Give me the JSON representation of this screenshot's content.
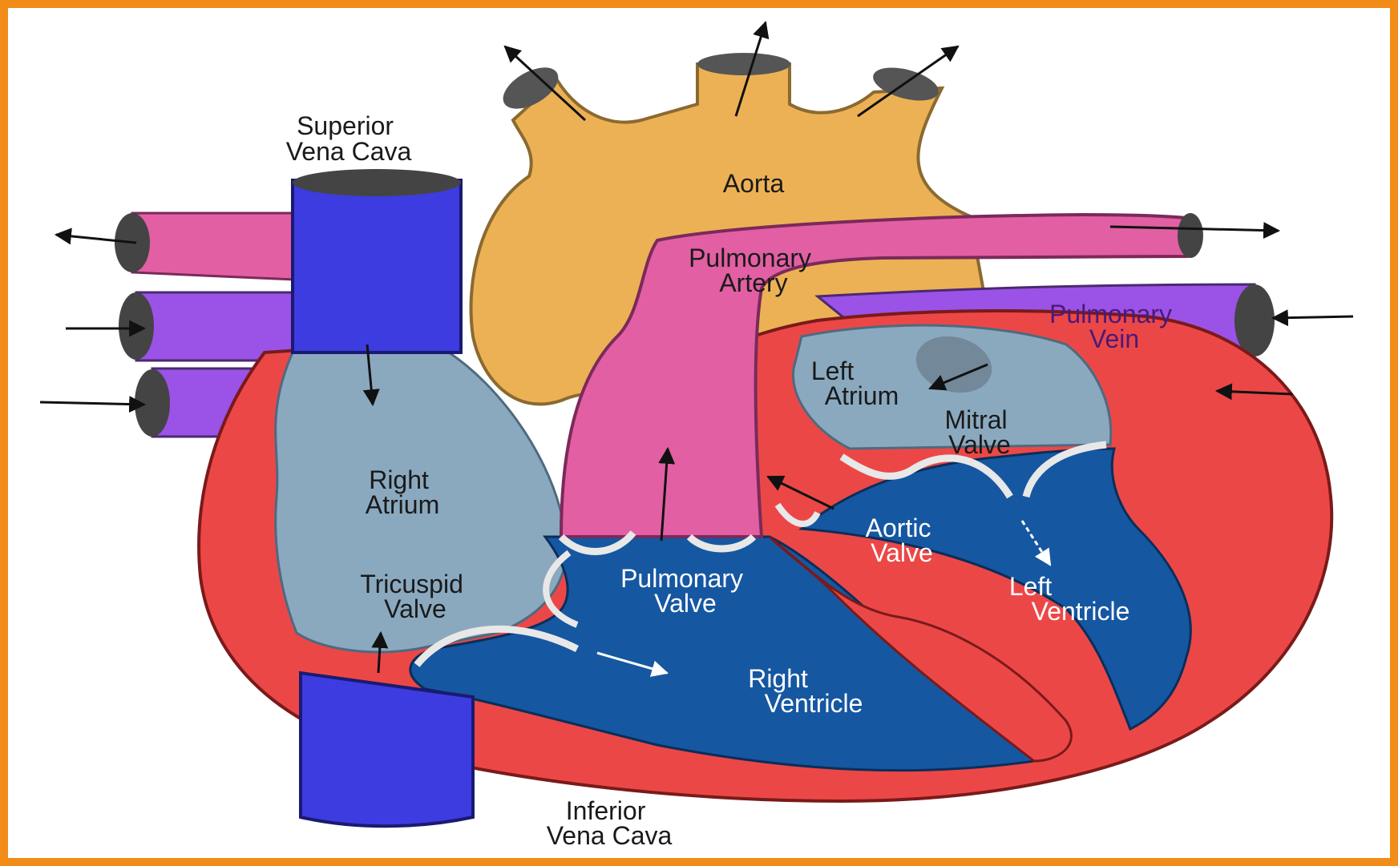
{
  "colors": {
    "frame": "#F28C18",
    "vena_cava": "#3C3CE0",
    "aorta": "#EDB155",
    "pulmonary_artery": "#E25FA3",
    "pulmonary_vein": "#9B52E6",
    "atrium": "#8AA9BF",
    "ventricle": "#1657A1",
    "muscle": "#EC4747"
  },
  "labels": {
    "superior_vena_cava": [
      "Superior",
      "Vena Cava"
    ],
    "aorta": [
      "Aorta"
    ],
    "pulmonary_artery": [
      "Pulmonary",
      "Artery"
    ],
    "pulmonary_vein": [
      "Pulmonary",
      "Vein"
    ],
    "left_atrium": [
      "Left",
      "Atrium"
    ],
    "mitral_valve": [
      "Mitral",
      "Valve"
    ],
    "right_atrium": [
      "Right",
      "Atrium"
    ],
    "aortic_valve": [
      "Aortic",
      "Valve"
    ],
    "tricuspid_valve": [
      "Tricuspid",
      "Valve"
    ],
    "pulmonary_valve": [
      "Pulmonary",
      "Valve"
    ],
    "left_ventricle": [
      "Left",
      "Ventricle"
    ],
    "right_ventricle": [
      "Right",
      "Ventricle"
    ],
    "inferior_vena_cava": [
      "Inferior",
      "Vena Cava"
    ]
  }
}
